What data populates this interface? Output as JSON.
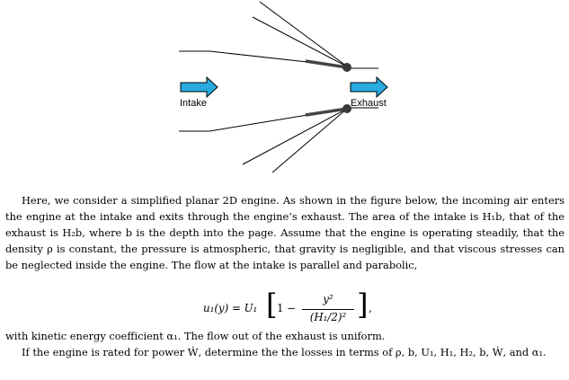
{
  "figure": {
    "intake_label": "Intake",
    "exhaust_label": "Exhaust",
    "arrow_color": "#29ABE2"
  },
  "text": {
    "paragraph1": "Here, we consider a simplified planar 2D engine. As shown in the figure below, the incoming air enters the engine at the intake and exits through the engine’s exhaust. The area of the intake is H₁b, that of the exhaust is H₂b, where b is the depth into the page. Assume that the engine is operating steadily, that the density ρ is constant, the pressure is atmospheric, that gravity is negligible, and that viscous stresses can be neglected inside the engine. The flow at the intake is parallel and parabolic,",
    "equation": {
      "lhs": "u₁(y) = U₁",
      "bracket_open": "[",
      "one_minus": "1 −",
      "numerator": "y²",
      "denominator": "(H₁/2)²",
      "bracket_close": "]",
      "comma": ","
    },
    "paragraph2": "with kinetic energy coefficient α₁. The flow out of the exhaust is uniform.",
    "paragraph3": "If the engine is rated for power Ẇ, determine the the losses in terms of ρ, b, U₁, H₁, H₂, b, Ẇ, and α₁."
  }
}
